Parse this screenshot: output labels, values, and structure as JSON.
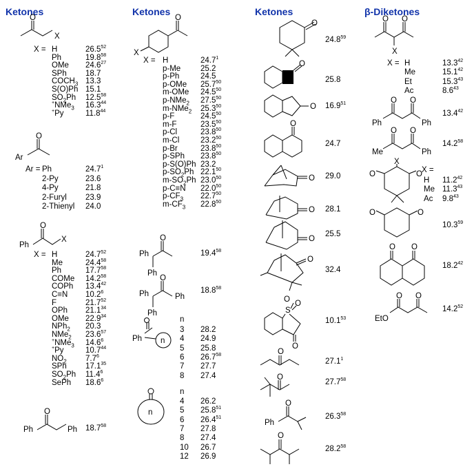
{
  "headers": [
    "Ketones",
    "Ketones",
    "Ketones",
    "β-Diketones"
  ],
  "col1": {
    "groupA": {
      "x_label": "X =",
      "rows": [
        {
          "sub": "H",
          "val": "26.5",
          "ref": "52"
        },
        {
          "sub": "Ph",
          "val": "19.8",
          "ref": "58"
        },
        {
          "sub": "OMe",
          "val": "24.6",
          "ref": "27"
        },
        {
          "sub": "SPh",
          "val": "18.7",
          "ref": ""
        },
        {
          "sub": "COCH3",
          "val": "13.3",
          "ref": ""
        },
        {
          "sub": "S(O)Ph",
          "val": "15.1",
          "ref": ""
        },
        {
          "sub": "SO2Ph",
          "val": "12.5",
          "ref": "58"
        },
        {
          "sub": "+NMe3",
          "val": "16.3",
          "ref": "44"
        },
        {
          "sub": "+Py",
          "val": "11.8",
          "ref": "44"
        }
      ]
    },
    "groupB": {
      "x_label": "Ar =",
      "rows": [
        {
          "sub": "Ph",
          "val": "24.7",
          "ref": "1"
        },
        {
          "sub": "2-Py",
          "val": "23.6",
          "ref": ""
        },
        {
          "sub": "4-Py",
          "val": "21.8",
          "ref": ""
        },
        {
          "sub": "2-Furyl",
          "val": "23.9",
          "ref": ""
        },
        {
          "sub": "2-Thienyl",
          "val": "24.0",
          "ref": ""
        }
      ]
    },
    "groupC": {
      "x_label": "X =",
      "rows": [
        {
          "sub": "H",
          "val": "24.7",
          "ref": "52"
        },
        {
          "sub": "Me",
          "val": "24.4",
          "ref": "58"
        },
        {
          "sub": "Ph",
          "val": "17.7",
          "ref": "58"
        },
        {
          "sub": "COMe",
          "val": "14.2",
          "ref": "58"
        },
        {
          "sub": "COPh",
          "val": "13.4",
          "ref": "42"
        },
        {
          "sub": "C≡N",
          "val": "10.2",
          "ref": "6"
        },
        {
          "sub": "F",
          "val": "21.7",
          "ref": "52"
        },
        {
          "sub": "OPh",
          "val": "21.1",
          "ref": "34"
        },
        {
          "sub": "OMe",
          "val": "22.9",
          "ref": "34"
        },
        {
          "sub": "NPh2",
          "val": "20.3",
          "ref": ""
        },
        {
          "sub": "NMe2",
          "val": "23.6",
          "ref": "57"
        },
        {
          "sub": "+NMe3",
          "val": "14.6",
          "ref": "6"
        },
        {
          "sub": "+Py",
          "val": "10.7",
          "ref": "44"
        },
        {
          "sub": "NO2",
          "val": "7.7",
          "ref": "6"
        },
        {
          "sub": "SPh",
          "val": "17.1",
          "ref": "35"
        },
        {
          "sub": "SO2Ph",
          "val": "11.4",
          "ref": "6"
        },
        {
          "sub": "SePh",
          "val": "18.6",
          "ref": "6"
        }
      ]
    },
    "dibenzyl": {
      "val": "18.7",
      "ref": "58"
    }
  },
  "col2": {
    "groupD": {
      "x_label": "X =",
      "rows": [
        {
          "sub": "H",
          "val": "24.7",
          "ref": "1"
        },
        {
          "sub": "p-Me",
          "val": "25.2",
          "ref": ""
        },
        {
          "sub": "p-Ph",
          "val": "24.5",
          "ref": ""
        },
        {
          "sub": "p-OMe",
          "val": "25.7",
          "ref": "50"
        },
        {
          "sub": "m-OMe",
          "val": "24.5",
          "ref": "50"
        },
        {
          "sub": "p-NMe2",
          "val": "27.5",
          "ref": "50"
        },
        {
          "sub": "m-NMe2",
          "val": "25.3",
          "ref": "50"
        },
        {
          "sub": "p-F",
          "val": "24.5",
          "ref": "50"
        },
        {
          "sub": "m-F",
          "val": "23.5",
          "ref": "50"
        },
        {
          "sub": "p-Cl",
          "val": "23.8",
          "ref": "50"
        },
        {
          "sub": "m-Cl",
          "val": "23.2",
          "ref": "50"
        },
        {
          "sub": "p-Br",
          "val": "23.8",
          "ref": "50"
        },
        {
          "sub": "p-SPh",
          "val": "23.8",
          "ref": "50"
        },
        {
          "sub": "p-S(O)Ph",
          "val": "23.2",
          "ref": ""
        },
        {
          "sub": "p-SO2Ph",
          "val": "22.1",
          "ref": "50"
        },
        {
          "sub": "m-SO2Ph",
          "val": "23.0",
          "ref": "50"
        },
        {
          "sub": "p-C≡N",
          "val": "22.0",
          "ref": "50"
        },
        {
          "sub": "p-CF3",
          "val": "22.7",
          "ref": "50"
        },
        {
          "sub": "m-CF3",
          "val": "22.8",
          "ref": "50"
        }
      ]
    },
    "phenylacetone": {
      "val": "19.4",
      "ref": "58"
    },
    "deoxybenzoin": {
      "val": "18.8",
      "ref": "58"
    },
    "groupE": {
      "n_label": "n",
      "rows": [
        {
          "n": "3",
          "val": "28.2",
          "ref": ""
        },
        {
          "n": "4",
          "val": "24.9",
          "ref": ""
        },
        {
          "n": "5",
          "val": "25.8",
          "ref": ""
        },
        {
          "n": "6",
          "val": "26.7",
          "ref": "58"
        },
        {
          "n": "7",
          "val": "27.7",
          "ref": ""
        },
        {
          "n": "8",
          "val": "27.4",
          "ref": ""
        }
      ]
    },
    "groupF": {
      "n_label": "n",
      "rows": [
        {
          "n": "4",
          "val": "26.2",
          "ref": ""
        },
        {
          "n": "5",
          "val": "25.8",
          "ref": "51"
        },
        {
          "n": "6",
          "val": "26.4",
          "ref": "51"
        },
        {
          "n": "7",
          "val": "27.8",
          "ref": ""
        },
        {
          "n": "8",
          "val": "27.4",
          "ref": ""
        },
        {
          "n": "10",
          "val": "26.7",
          "ref": ""
        },
        {
          "n": "12",
          "val": "26.9",
          "ref": ""
        }
      ]
    }
  },
  "col3": [
    {
      "val": "24.8",
      "ref": "59"
    },
    {
      "val": "25.8",
      "ref": ""
    },
    {
      "val": "16.9",
      "ref": "51"
    },
    {
      "val": "24.7",
      "ref": ""
    },
    {
      "val": "29.0",
      "ref": ""
    },
    {
      "val": "28.1",
      "ref": ""
    },
    {
      "val": "25.5",
      "ref": ""
    },
    {
      "val": "32.4",
      "ref": ""
    },
    {
      "val": "10.1",
      "ref": "53"
    },
    {
      "val": "27.1",
      "ref": "1"
    },
    {
      "val": "27.7",
      "ref": "58"
    },
    {
      "val": "26.3",
      "ref": "58"
    },
    {
      "val": "28.2",
      "ref": "58"
    }
  ],
  "col4": {
    "groupG": {
      "x_label": "X =",
      "rows": [
        {
          "sub": "H",
          "val": "13.3",
          "ref": "42"
        },
        {
          "sub": "Me",
          "val": "15.1",
          "ref": "42"
        },
        {
          "sub": "Et",
          "val": "15.3",
          "ref": "43"
        },
        {
          "sub": "Ac",
          "val": "8.6",
          "ref": "43"
        }
      ]
    },
    "dibenzoylmethane": {
      "val": "13.4",
      "ref": "42"
    },
    "benzoylacetone": {
      "val": "14.2",
      "ref": "58"
    },
    "groupH": {
      "x_label": "X =",
      "rows": [
        {
          "sub": "H",
          "val": "11.2",
          "ref": "42"
        },
        {
          "sub": "Me",
          "val": "11.3",
          "ref": "43"
        },
        {
          "sub": "Ac",
          "val": "9.8",
          "ref": "43"
        }
      ]
    },
    "cyclohexanedione": {
      "val": "10.3",
      "ref": "59"
    },
    "octalindione": {
      "val": "18.2",
      "ref": "42"
    },
    "ester": {
      "val": "14.2",
      "ref": "52"
    }
  },
  "labels": {
    "X": "X",
    "Ph": "Ph",
    "Ar": "Ar",
    "O": "O",
    "S": "S",
    "Me": "Me",
    "EtO": "EtO",
    "n": "n"
  }
}
